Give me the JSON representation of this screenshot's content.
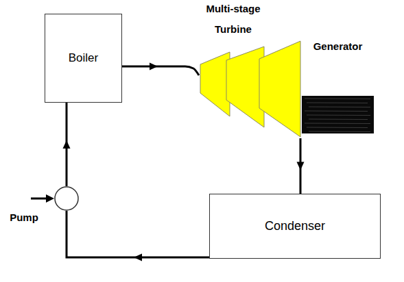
{
  "diagram": {
    "nodes": [
      {
        "text": [
          "Boiler"
        ]
      },
      {
        "text": [
          "Multi-stage Turbine"
        ]
      },
      {
        "text": [
          "Generator"
        ]
      },
      {
        "text": [
          "Condenser"
        ]
      },
      {
        "text": [
          "Pump"
        ]
      }
    ],
    "edges": [
      {
        "from": 0,
        "to": 1,
        "arrow": "to"
      },
      {
        "from": 1,
        "to": 3,
        "arrow": "to"
      },
      {
        "from": 3,
        "to": 4,
        "arrow": "to"
      },
      {
        "from": 4,
        "to": 0,
        "arrow": "to"
      }
    ]
  }
}
